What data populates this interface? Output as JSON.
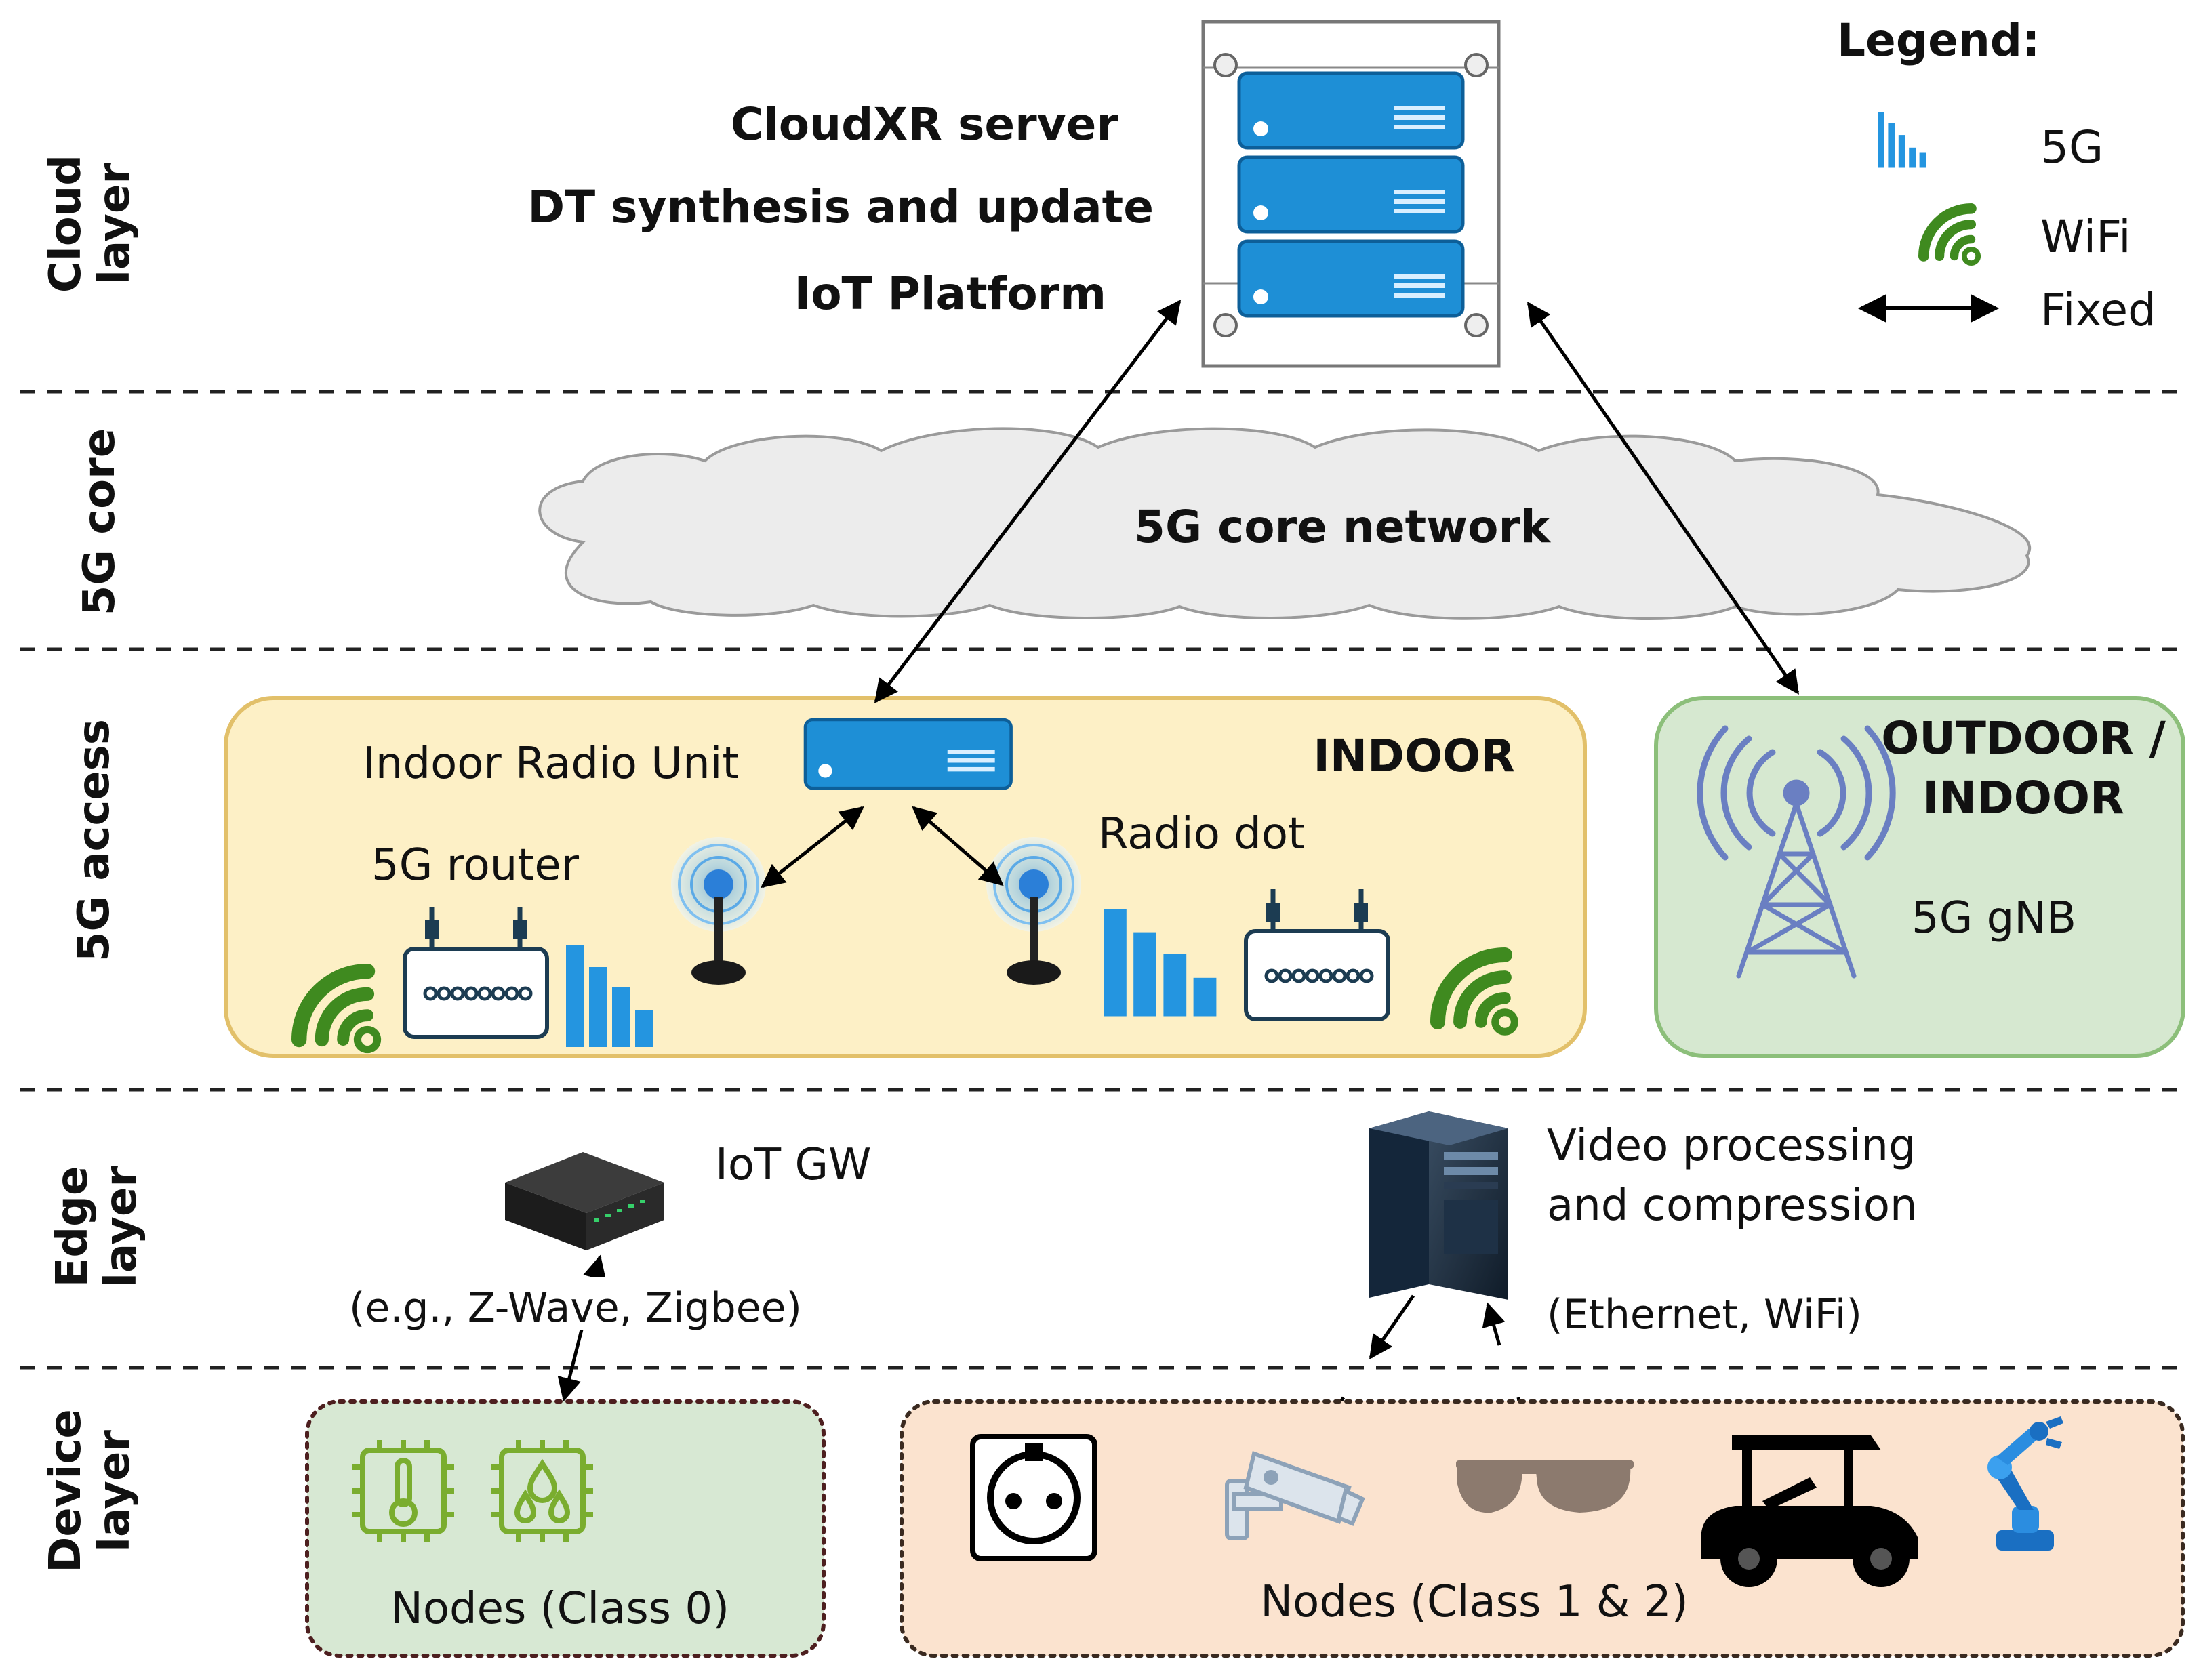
{
  "layers": {
    "cloud": [
      "Cloud",
      "layer"
    ],
    "core": "5G core",
    "access": "5G access",
    "edge": [
      "Edge",
      "layer"
    ],
    "device": [
      "Device",
      "layer"
    ]
  },
  "cloud": {
    "line1": "CloudXR server",
    "line2": "DT synthesis and update",
    "line3": "IoT Platform"
  },
  "legend": {
    "title": "Legend:",
    "fiveg": "5G",
    "wifi": "WiFi",
    "fixed": "Fixed"
  },
  "core": {
    "label": "5G core network"
  },
  "access": {
    "indoor_title": "INDOOR",
    "radio_unit": "Indoor Radio Unit",
    "router": "5G router",
    "radio_dot": "Radio dot",
    "outdoor_line1": "OUTDOOR /",
    "outdoor_line2": "INDOOR",
    "gnb": "5G gNB"
  },
  "edge": {
    "iot_gw": "IoT GW",
    "iot_protocols": "(e.g., Z-Wave, Zigbee)",
    "video_line1": "Video processing",
    "video_line2": "and compression",
    "video_links": "(Ethernet, WiFi)"
  },
  "device": {
    "class0": "Nodes (Class 0)",
    "class12": "Nodes (Class 1 & 2)"
  },
  "colors": {
    "server_blue": "#1e8fd6",
    "indoor_fill": "#fdf0c6",
    "indoor_stroke": "#e2c06a",
    "outdoor_fill": "#d6e8d0",
    "outdoor_stroke": "#8cbf7a",
    "class0_fill": "#d7e8d3",
    "class12_fill": "#fbe3cf",
    "wifi_green": "#3f8a1f",
    "antenna_blue": "#6a7fc2"
  }
}
